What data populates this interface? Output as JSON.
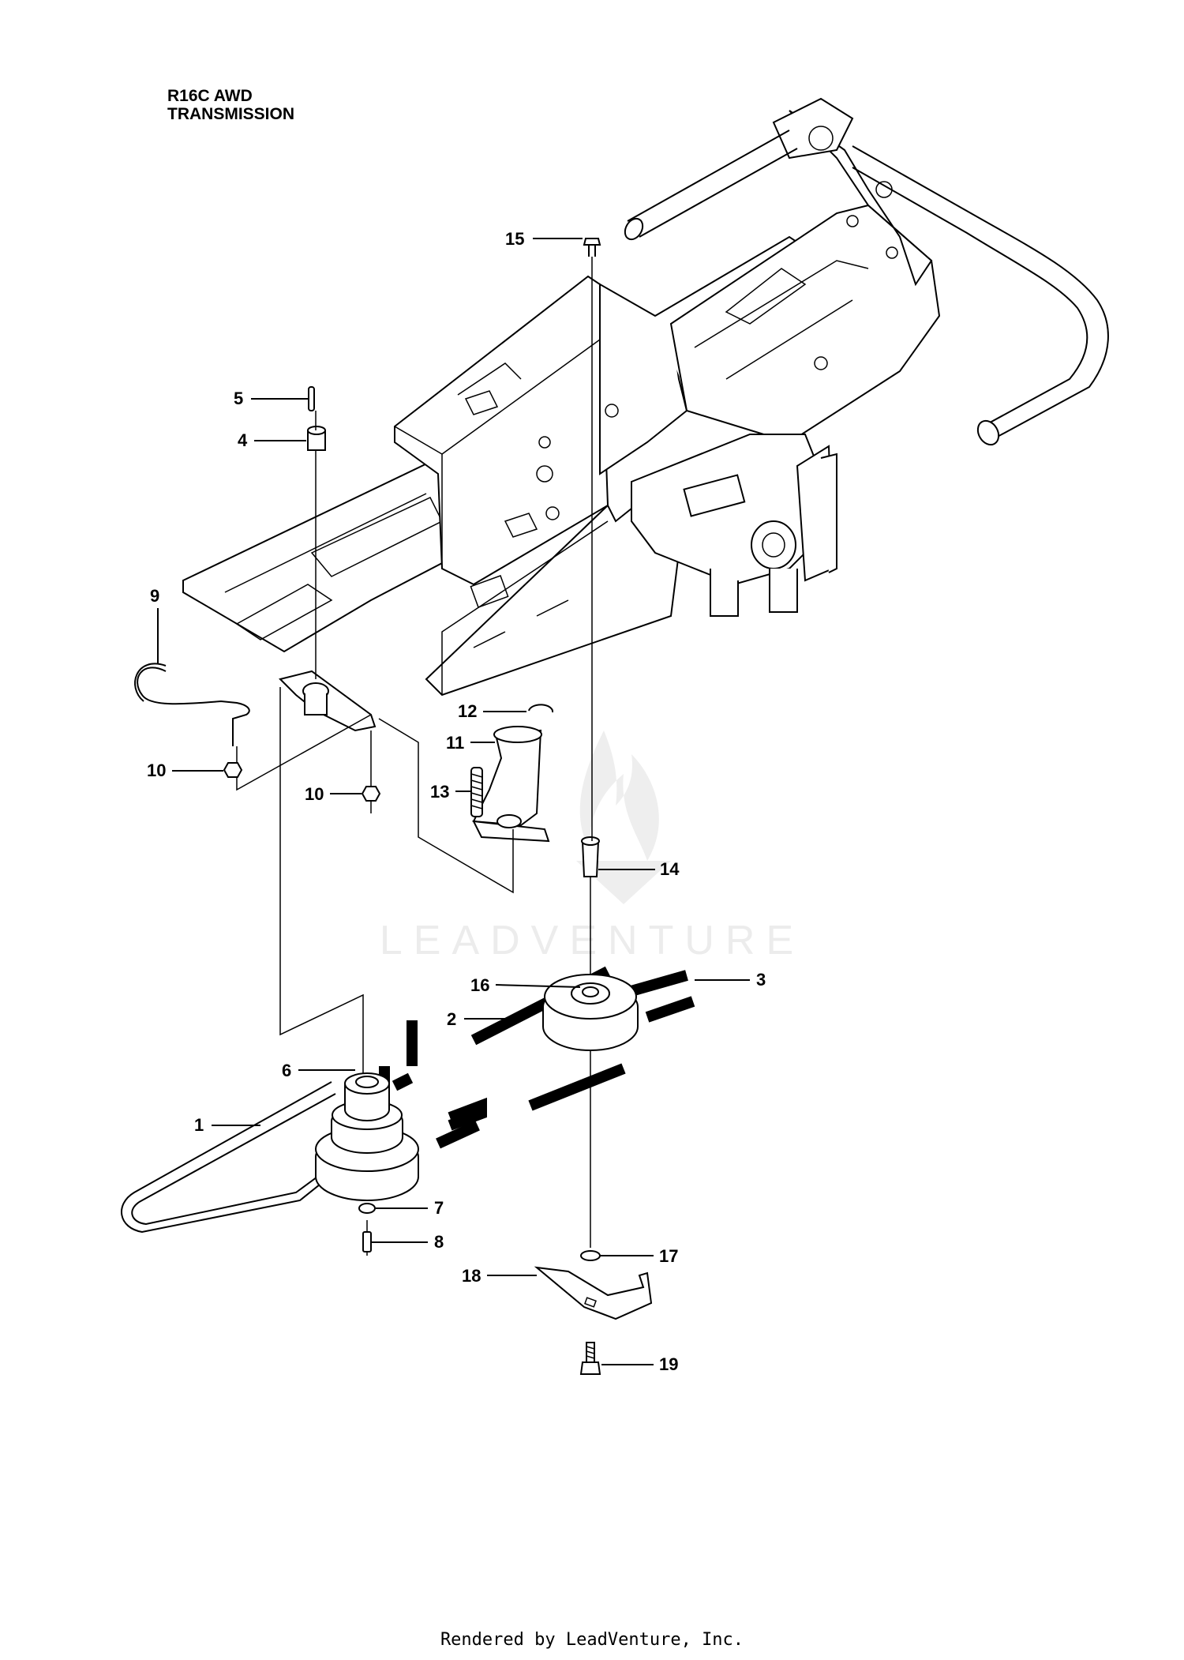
{
  "title": {
    "model": "R16C AWD",
    "section": "TRANSMISSION"
  },
  "watermark": "LEADVENTURE",
  "footer": "Rendered by LeadVenture, Inc.",
  "callouts": {
    "c1": "1",
    "c2": "2",
    "c3": "3",
    "c4": "4",
    "c5": "5",
    "c6": "6",
    "c7": "7",
    "c8": "8",
    "c9": "9",
    "c10a": "10",
    "c10b": "10",
    "c11": "11",
    "c12": "12",
    "c13": "13",
    "c14": "14",
    "c15": "15",
    "c16": "16",
    "c17": "17",
    "c18": "18",
    "c19": "19"
  }
}
